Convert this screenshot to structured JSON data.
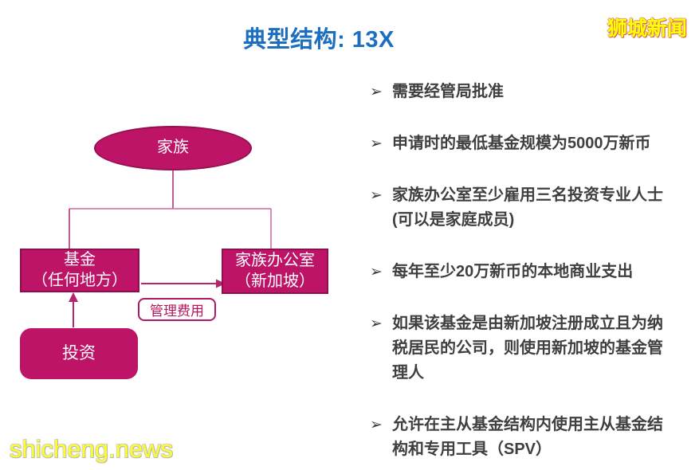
{
  "title": "典型结构: 13X",
  "brand_logo": "狮城新闻",
  "watermark": "shicheng.news",
  "colors": {
    "title_blue": "#1B6EC0",
    "node_magenta": "#BE1468",
    "node_border_magenta": "#8F0E50",
    "connector_pink": "#D4679F",
    "connector_magenta": "#B02568",
    "bullet_text_gray": "#3F3F3F",
    "logo_yellow": "#FFFF00"
  },
  "diagram": {
    "family_node": "家族",
    "fund_node": {
      "line1": "基金",
      "line2": "（任何地方）"
    },
    "office_node": {
      "line1": "家族办公室",
      "line2": "（新加坡）"
    },
    "fee_label": "管理费用",
    "investment_node": "投资"
  },
  "requirements": {
    "marker": "➢",
    "items": [
      {
        "text": "需要经管局批准"
      },
      {
        "text": "申请时的最低基金规模为5000万新币"
      },
      {
        "text": "家族办公室至少雇用三名投资专业人士 (可以是家庭成员)"
      },
      {
        "text": "每年至少20万新币的本地商业支出"
      },
      {
        "text": "如果该基金是由新加坡注册成立且为纳税居民的公司，则使用新加坡的基金管理人"
      },
      {
        "text": "允许在主从基金结构内使用主从基金结构和专用工具（SPV）"
      }
    ]
  }
}
